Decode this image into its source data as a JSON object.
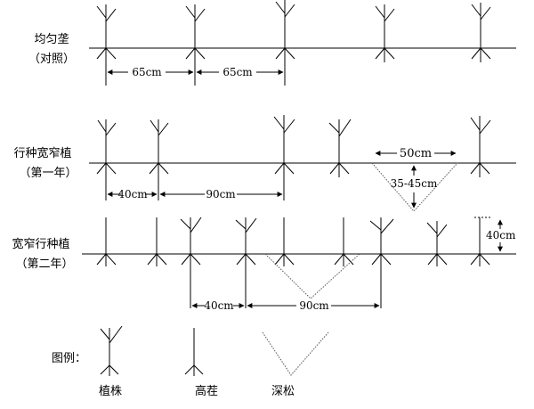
{
  "rows": [
    {
      "label_line1": "均匀垄",
      "label_line2": "（对照）"
    },
    {
      "label_line1": "行种宽窄植",
      "label_line2": "（第一年）"
    },
    {
      "label_line1": "宽窄行种植",
      "label_line2": "（第二年）"
    }
  ],
  "dimensions": {
    "row1_a": "65cm",
    "row1_b": "65cm",
    "row2_a": "40cm",
    "row2_b": "90cm",
    "row2_c": "50cm",
    "row2_d": "35-45cm",
    "row3_a": "40cm",
    "row3_b": "90cm",
    "row3_c": "40cm"
  },
  "legend": {
    "title": "图例：",
    "plant": "植株",
    "stubble": "高茬",
    "subsoil": "深松"
  }
}
